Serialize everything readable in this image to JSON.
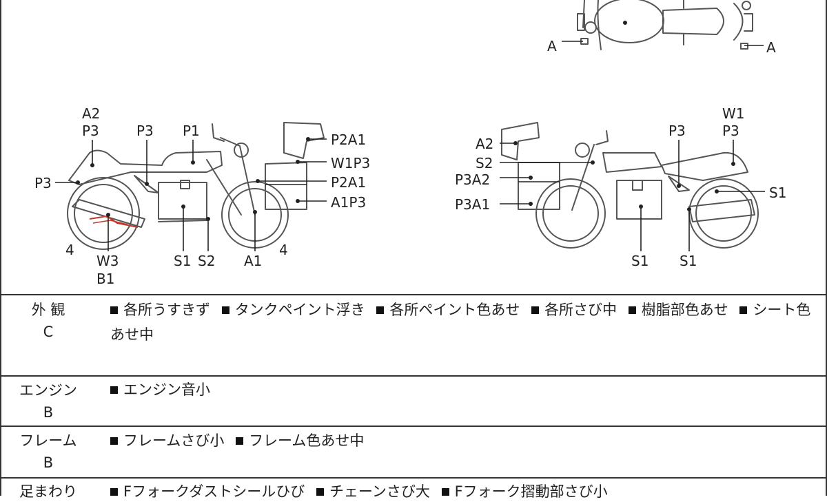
{
  "diagram": {
    "top_view_labels": [
      "A",
      "A"
    ],
    "left_view_labels": [
      "A2",
      "P3",
      "P3",
      "P1",
      "P2A1",
      "W1P3",
      "P2A1",
      "A1P3",
      "P3",
      "4",
      "W3",
      "B1",
      "S1",
      "S2",
      "A1",
      "4"
    ],
    "right_view_labels": [
      "W1",
      "P3",
      "P3",
      "A2",
      "S2",
      "P3A2",
      "P3A1",
      "S1",
      "S1",
      "S1"
    ]
  },
  "rows": [
    {
      "category": "外 観",
      "grade": "C",
      "items": [
        "各所うすきず",
        "タンクペイント浮き",
        "各所ペイント色あせ",
        "各所さび中",
        "樹脂部色あせ",
        "シート色あせ中"
      ]
    },
    {
      "category": "エンジン",
      "grade": "B",
      "items": [
        "エンジン音小"
      ]
    },
    {
      "category": "フレーム",
      "grade": "B",
      "items": [
        "フレームさび小",
        "フレーム色あせ中"
      ]
    },
    {
      "category": "足まわり",
      "grade": "",
      "items": [
        "Fフォークダストシールひび",
        "チェーンさび大",
        "Fフォーク摺動部さび小"
      ]
    }
  ],
  "colors": {
    "line": "#222222",
    "mark": "#c0392b"
  }
}
